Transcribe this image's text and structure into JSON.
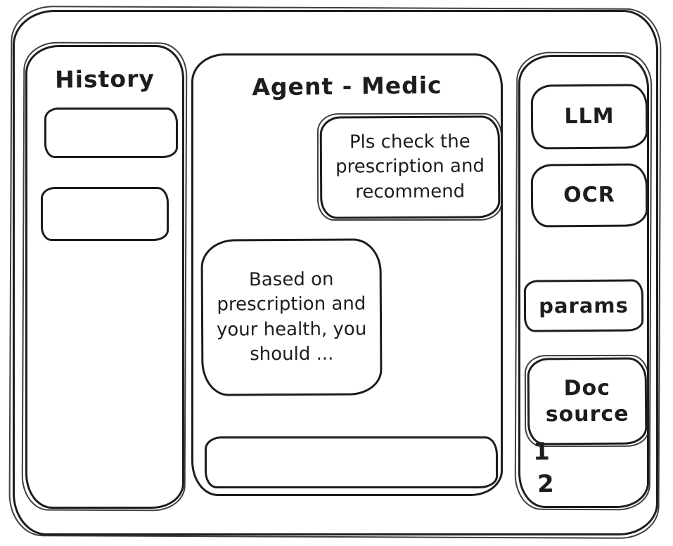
{
  "colors": {
    "ink": "#1d1d1d",
    "background": "#ffffff"
  },
  "history_panel": {
    "title": "History",
    "items": [
      {
        "label": ""
      },
      {
        "label": ""
      }
    ]
  },
  "chat_panel": {
    "title": "Agent - Medic",
    "messages": [
      {
        "role": "user",
        "text": "Pls check the prescription and recommend"
      },
      {
        "role": "assistant",
        "text": "Based on prescription and your health, you should ..."
      }
    ],
    "input": {
      "value": "",
      "placeholder": ""
    }
  },
  "tools_panel": {
    "buttons": [
      {
        "label": "LLM"
      },
      {
        "label": "OCR"
      },
      {
        "label": "params"
      },
      {
        "label": "Doc source"
      }
    ],
    "doc_source_items": [
      {
        "label": "1"
      },
      {
        "label": "2"
      }
    ]
  }
}
